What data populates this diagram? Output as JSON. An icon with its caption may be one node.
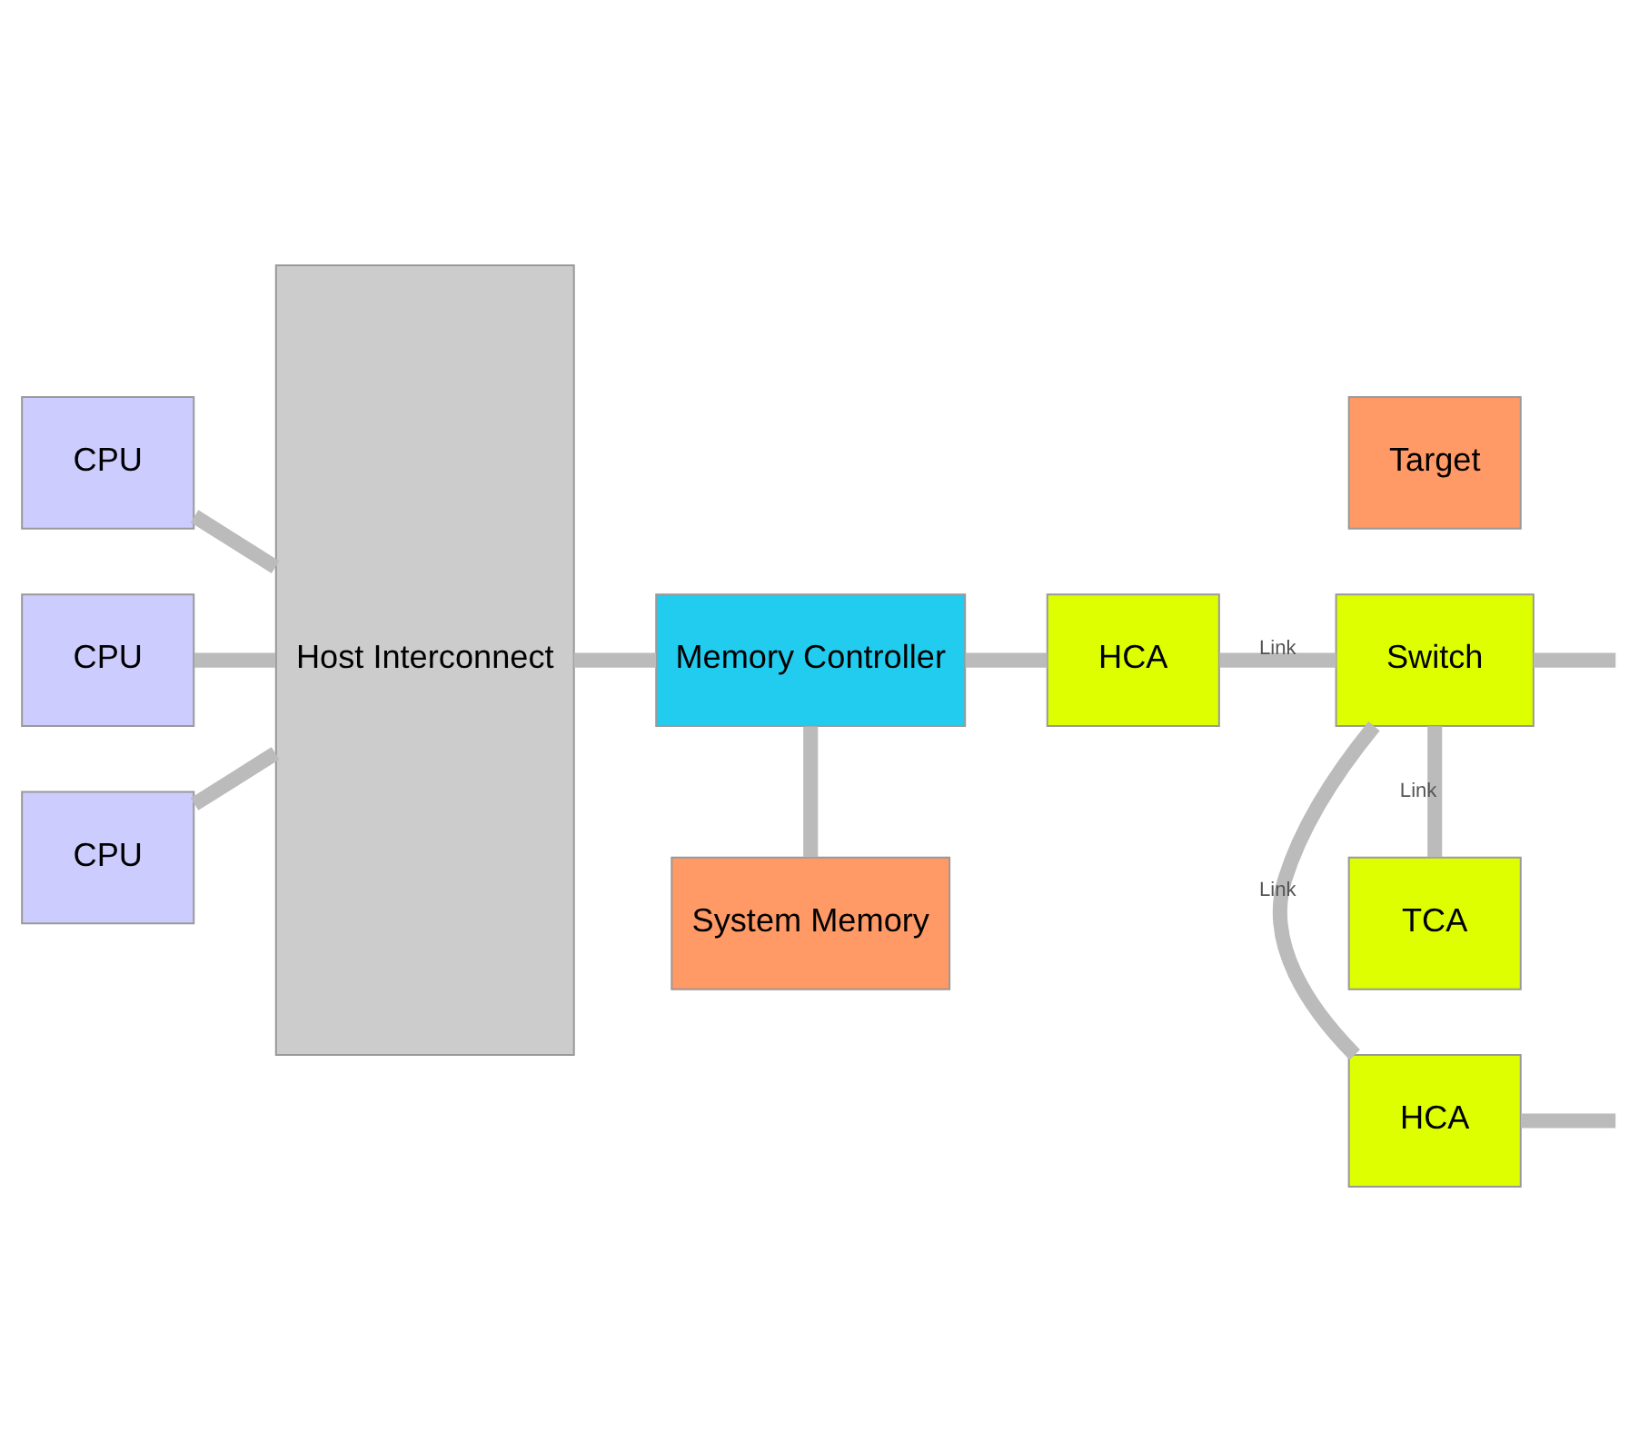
{
  "diagram": {
    "nodes": [
      {
        "text": [
          "CPU"
        ]
      },
      {
        "text": [
          "CPU"
        ]
      },
      {
        "text": [
          "CPU"
        ]
      },
      {
        "text": [
          "Host Interconnect"
        ]
      },
      {
        "text": [
          "Memory Controller"
        ]
      },
      {
        "text": [
          "System Memory"
        ]
      },
      {
        "text": [
          "HCA"
        ]
      },
      {
        "text": [
          "HCA"
        ]
      },
      {
        "text": [
          "Switch"
        ]
      },
      {
        "text": [
          "TCA"
        ]
      },
      {
        "text": [
          "Target"
        ]
      }
    ],
    "edges": [
      {
        "from": 0,
        "to": 3,
        "arrow": "none"
      },
      {
        "from": 1,
        "to": 3,
        "arrow": "none"
      },
      {
        "from": 2,
        "to": 3,
        "arrow": "none"
      },
      {
        "from": 3,
        "to": 4,
        "arrow": "none"
      },
      {
        "from": 4,
        "to": 5,
        "arrow": "none"
      },
      {
        "from": 4,
        "to": 6,
        "arrow": "none"
      },
      {
        "from": 6,
        "to": 8,
        "arrow": "none",
        "label": "Link"
      },
      {
        "from": 8,
        "to": 7,
        "arrow": "none",
        "label": "Link"
      },
      {
        "from": 8,
        "to": 9,
        "arrow": "none",
        "label": "Link"
      },
      {
        "from": 7,
        "to": null,
        "arrow": "none"
      },
      {
        "from": 8,
        "to": null,
        "arrow": "none"
      }
    ]
  }
}
